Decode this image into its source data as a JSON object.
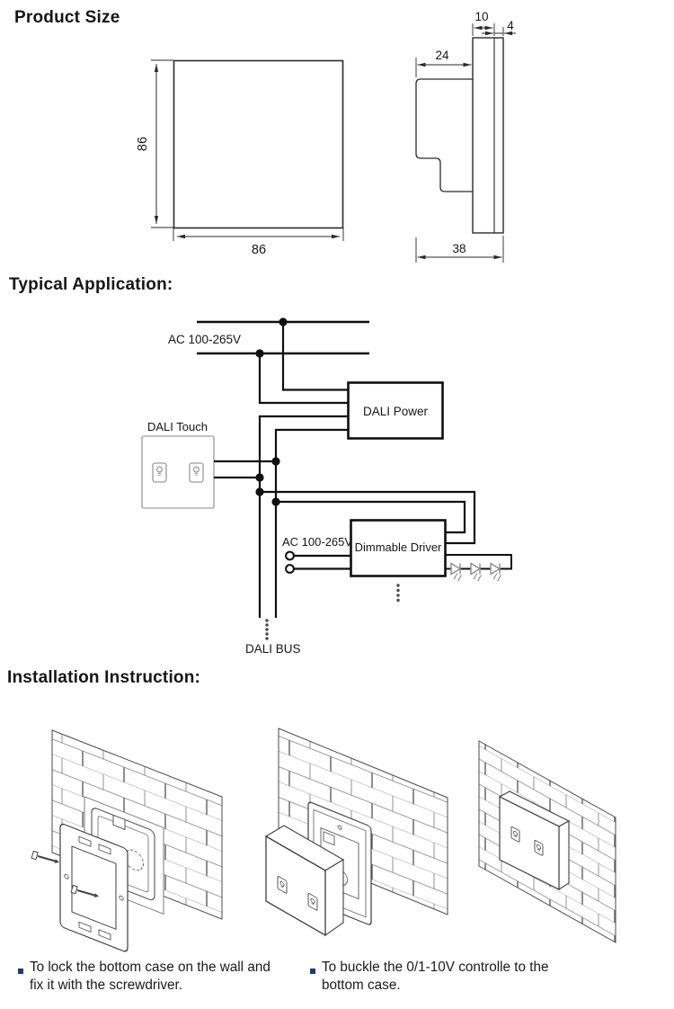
{
  "colors": {
    "ink": "#111111",
    "panel_gray": "#a9a9a9",
    "bullet_square": "#203a72",
    "led_gray": "#8b8b8b"
  },
  "headings": {
    "product_size": "Product Size",
    "typical_application": "Typical Application:",
    "installation": "Installation Instruction:"
  },
  "product_size": {
    "front_view": {
      "width": "86",
      "height": "86"
    },
    "side_view": {
      "front_depth": "10",
      "glass_depth": "4",
      "box_depth": "24",
      "total_depth": "38"
    }
  },
  "wiring": {
    "mains_label": "AC 100-265V",
    "touch_panel_label": "DALI Touch",
    "power_supply_label": "DALI Power",
    "driver_mains_label": "AC 100-265V",
    "driver_label": "Dimmable Driver",
    "bus_label": "DALI BUS"
  },
  "installation": {
    "captions": [
      {
        "line1": "To lock the bottom case on the wall and",
        "line2": "fix it with the screwdriver."
      },
      {
        "line1": "To buckle the 0/1-10V controlle to the",
        "line2": "bottom case."
      }
    ]
  }
}
